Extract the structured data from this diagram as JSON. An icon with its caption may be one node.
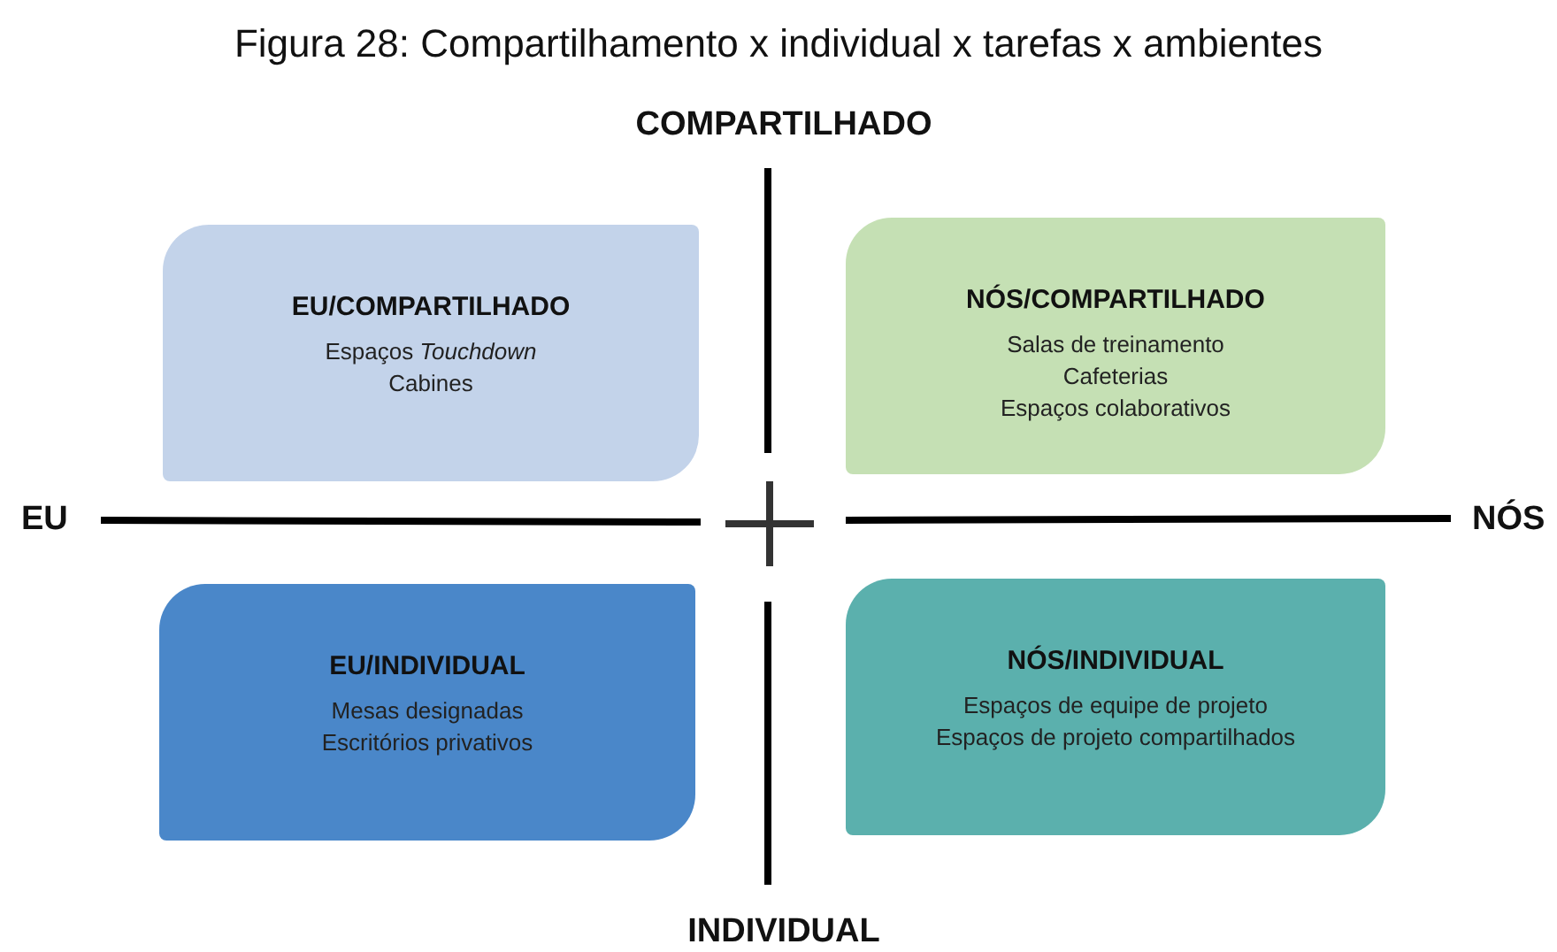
{
  "diagram": {
    "title": "Figura 28: Compartilhamento x individual x tarefas x ambientes",
    "nodes": [
      {
        "text": [
          "EU/COMPARTILHADO",
          "Espaços *Touchdown*",
          "Cabines"
        ]
      },
      {
        "text": [
          "NÓS/COMPARTILHADO",
          "Salas de treinamento",
          "Cafeterias",
          "Espaços colaborativos"
        ]
      },
      {
        "text": [
          "EU/INDIVIDUAL",
          "Mesas designadas",
          "Escritórios privativos"
        ]
      },
      {
        "text": [
          "NÓS/INDIVIDUAL",
          "Espaços de equipe de projeto",
          "Espaços de projeto compartilhados"
        ]
      }
    ],
    "edges": [],
    "labels": [
      "COMPARTILHADO",
      "EU",
      "NÓS",
      "INDIVIDUAL"
    ]
  }
}
